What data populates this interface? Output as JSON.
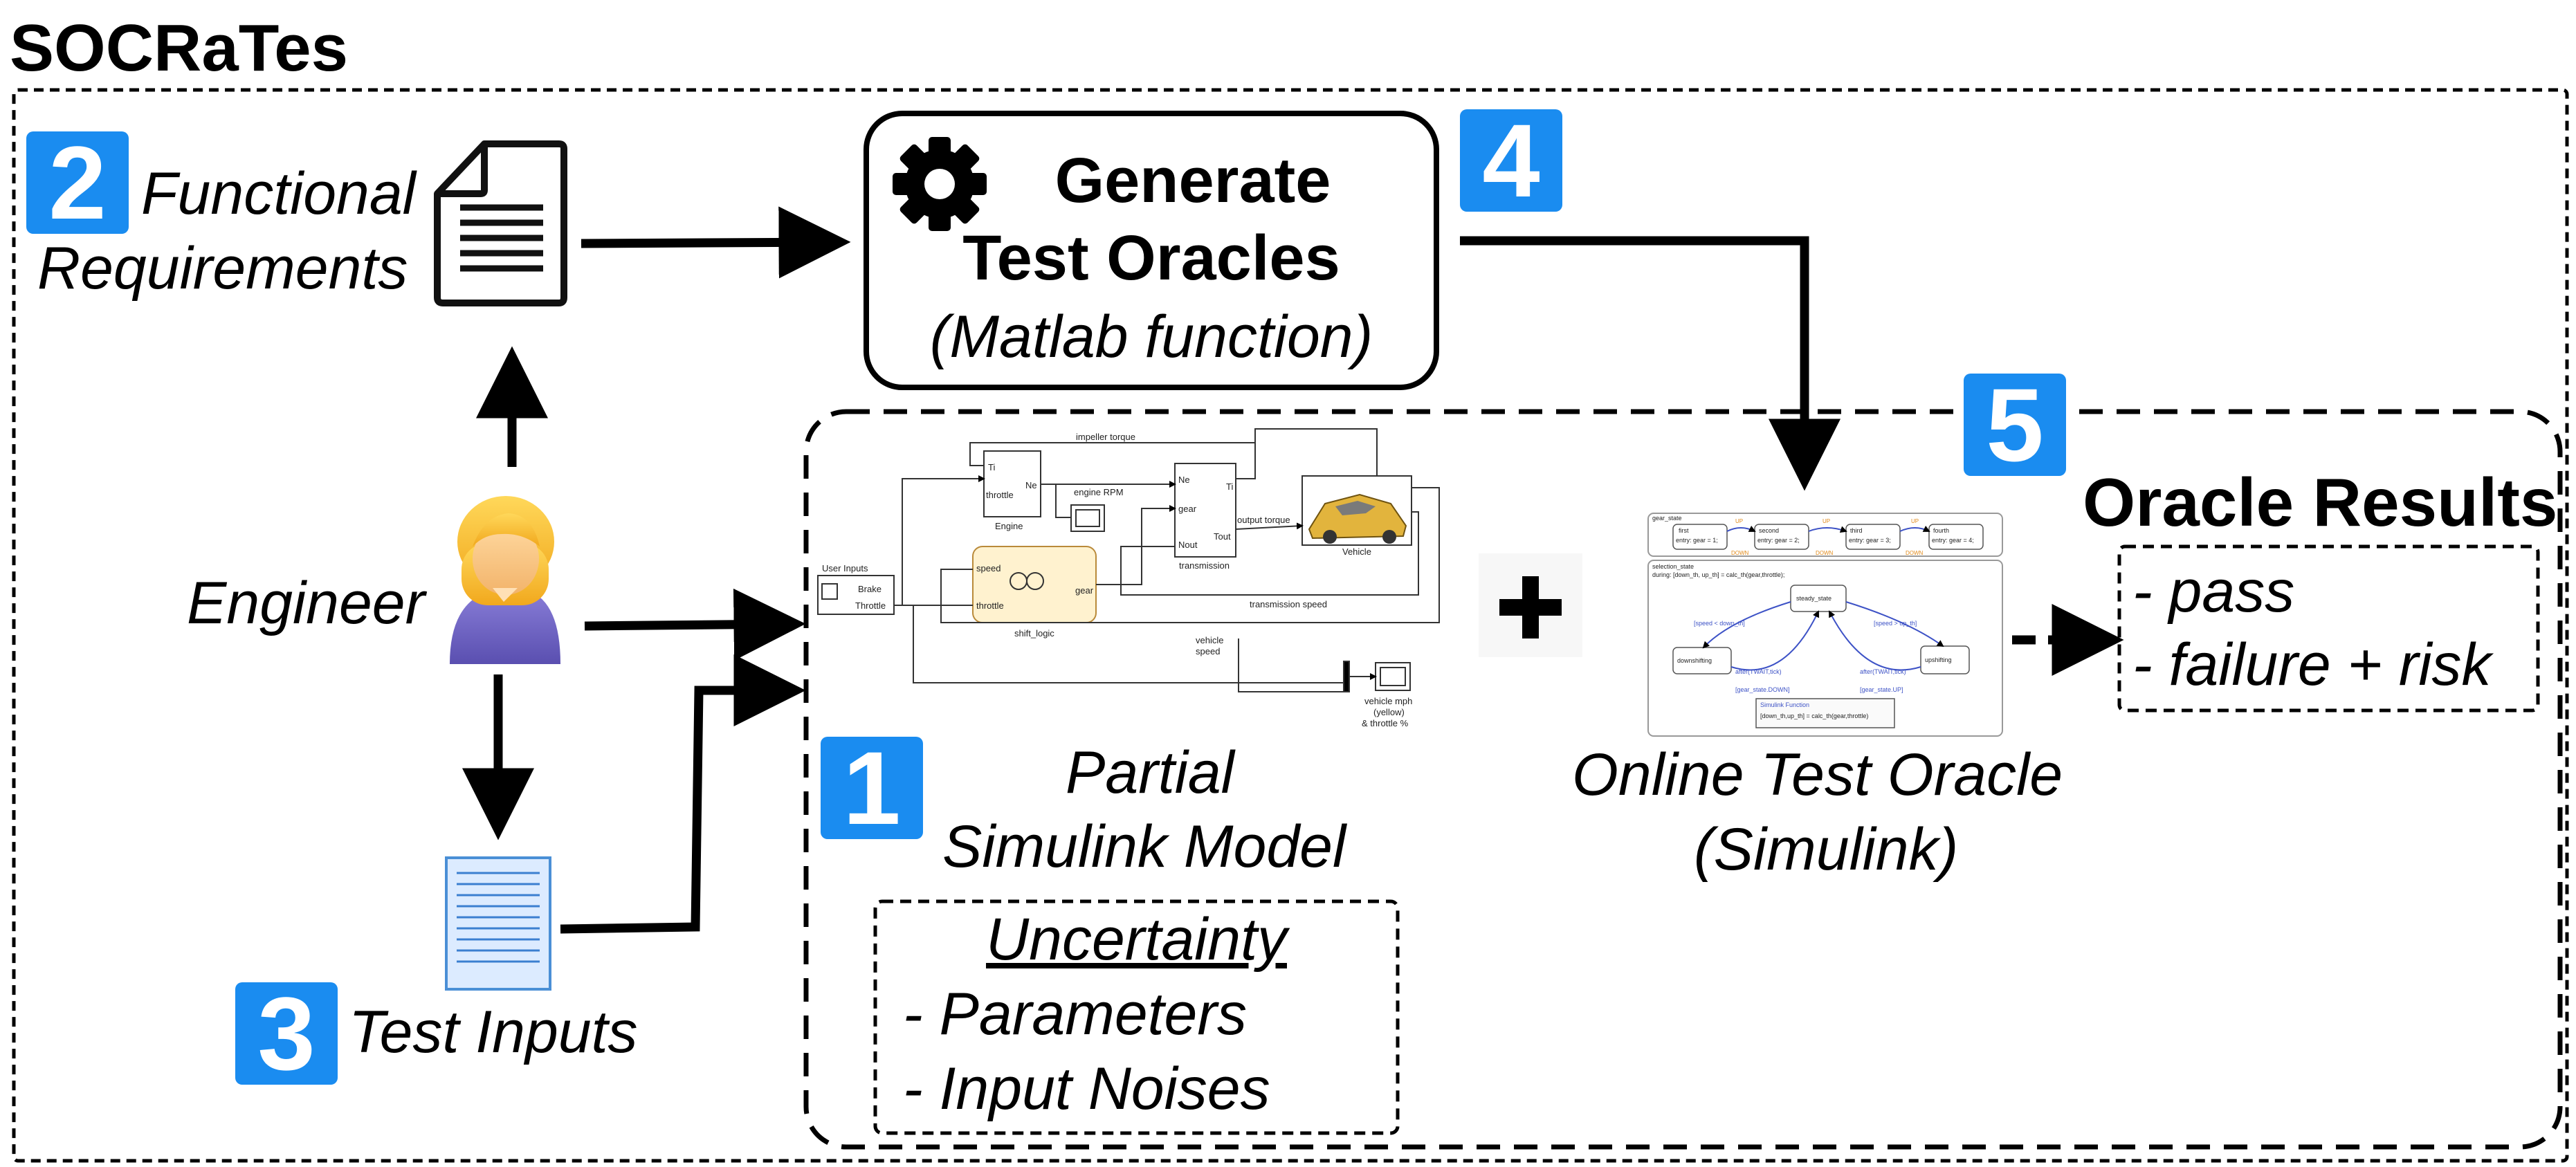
{
  "title": "SOCRaTes",
  "steps": {
    "partial_model": {
      "number": "1",
      "line1": "Partial",
      "line2": "Simulink Model"
    },
    "requirements": {
      "number": "2",
      "line1": "Functional",
      "line2": "Requirements"
    },
    "test_inputs": {
      "number": "3",
      "label": "Test Inputs"
    },
    "generate": {
      "number": "4",
      "line1": "Generate",
      "line2": "Test Oracles",
      "sub": "(Matlab function)"
    },
    "online_oracle": {
      "number": "5",
      "line1": "Online Test Oracle",
      "line2": "(Simulink)"
    }
  },
  "engineer_label": "Engineer",
  "uncertainty": {
    "heading": "Uncertainty",
    "items": [
      "- Parameters",
      "- Input Noises"
    ]
  },
  "oracle_results": {
    "title": "Oracle Results",
    "items": [
      "- pass",
      "- failure + risk"
    ]
  },
  "plus_symbol": "+",
  "simulink_model": {
    "blocks": {
      "user_inputs": "User Inputs",
      "brake": "Brake",
      "throttle": "Throttle",
      "engine": "Engine",
      "engine_ti": "Ti",
      "engine_throttle": "throttle",
      "engine_ne": "Ne",
      "engine_rpm": "engine RPM",
      "impeller_torque": "impeller torque",
      "transmission": "transmission",
      "tr_ne": "Ne",
      "tr_gear": "gear",
      "tr_nout": "Nout",
      "tr_ti": "Ti",
      "tr_tout": "Tout",
      "output_torque": "output torque",
      "vehicle": "Vehicle",
      "transmission_speed": "transmission speed",
      "shift_logic": "shift_logic",
      "sl_speed": "speed",
      "sl_throttle": "throttle",
      "sl_gear": "gear",
      "vehicle_speed_1": "vehicle",
      "vehicle_speed_2": "speed",
      "scope_1": "vehicle mph",
      "scope_2": "(yellow)",
      "scope_3": "& throttle %"
    }
  },
  "oracle_model": {
    "gear_state": "gear_state",
    "first": "first",
    "second": "second",
    "third": "third",
    "fourth": "fourth",
    "entry1": "entry: gear = 1;",
    "entry2": "entry: gear = 2;",
    "entry3": "entry: gear = 3;",
    "entry4": "entry: gear = 4;",
    "selection_state": "selection_state",
    "during": "during: [down_th, up_th] = calc_th(gear,throttle);",
    "steady_state": "steady_state",
    "downshifting": "downshifting",
    "upshifting": "upshifting",
    "cond_up": "[speed > up_th]",
    "cond_down": "[speed < down_th]",
    "after1": "after(TWAIT,tick)",
    "after2": "after(TWAIT,tick)",
    "gdown": "[gear_state.DOWN]",
    "gup": "[gear_state.UP]",
    "sim_func": "Simulink Function",
    "sim_call": "[down_th,up_th] = calc_th(gear,throttle)",
    "up_label": "UP",
    "down_label": "DOWN"
  }
}
